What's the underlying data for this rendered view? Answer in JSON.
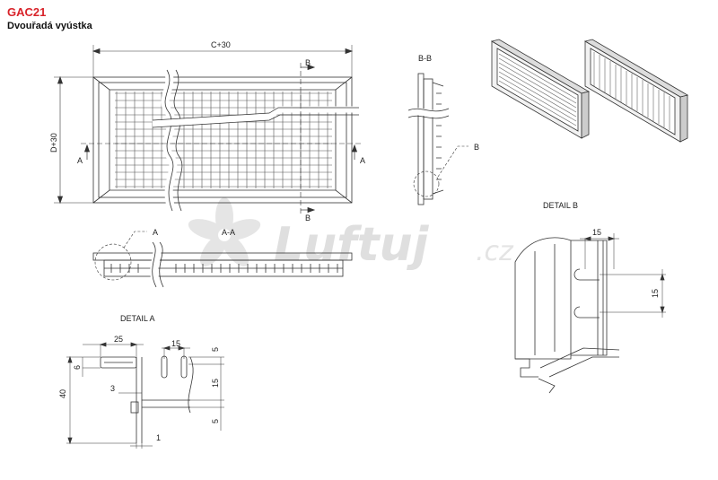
{
  "header": {
    "code": "GAC21",
    "subtitle": "Dvouřadá vyústka"
  },
  "front_view": {
    "width_dim": "C+30",
    "height_dim": "D+30",
    "section_a": "A",
    "section_b": "B"
  },
  "section_bb": {
    "label": "B-B",
    "detail_ref": "B"
  },
  "section_aa": {
    "label": "A-A",
    "detail_ref": "A"
  },
  "detail_a": {
    "label": "DETAIL A",
    "dims": {
      "d25": "25",
      "d15_top": "15",
      "d5_top": "5",
      "d6": "6",
      "d40": "40",
      "d15_side": "15",
      "d3": "3",
      "d5_bottom": "5",
      "d1": "1"
    }
  },
  "detail_b": {
    "label": "DETAIL B",
    "dims": {
      "d15_top": "15",
      "d15_side": "15"
    }
  },
  "watermark": {
    "brand": "Luftuj",
    "tld": ".cz"
  }
}
